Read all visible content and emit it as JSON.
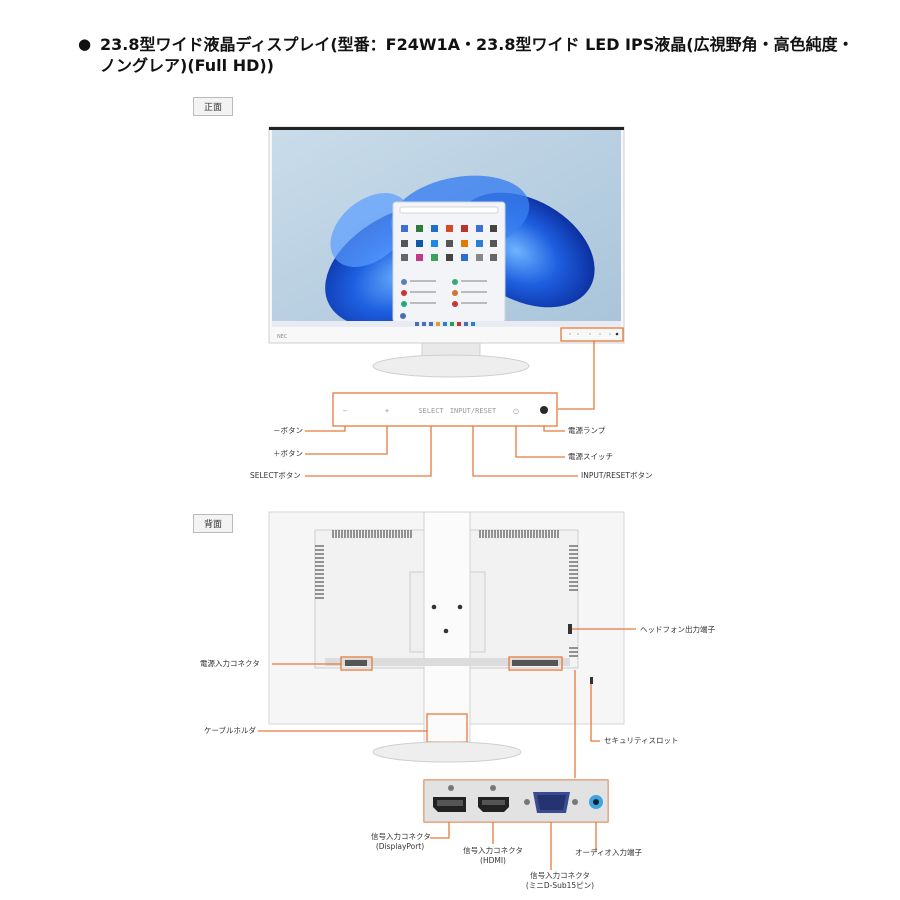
{
  "heading": {
    "bullet": "●",
    "text": "23.8型ワイド液晶ディスプレイ(型番：F24W1A・23.8型ワイド LED IPS液晶(広視野角・高色純度・ノングレア)(Full HD))"
  },
  "front": {
    "tag": "正面",
    "brand": "NEC",
    "panel_buttons": [
      "−",
      "+",
      "SELECT",
      "INPUT/RESET",
      "⏻"
    ],
    "labels": {
      "minus_button": "－ボタン",
      "plus_button": "＋ボタン",
      "select_button": "SELECTボタン",
      "power_lamp": "電源ランプ",
      "power_switch": "電源スイッチ",
      "input_reset_button": "INPUT/RESETボタン"
    }
  },
  "back": {
    "tag": "背面",
    "labels": {
      "power_connector": "電源入力コネクタ",
      "cable_holder": "ケーブルホルダ",
      "headphone": "ヘッドフォン出力端子",
      "security_slot": "セキュリティスロット",
      "displayport_1": "信号入力コネクタ",
      "displayport_2": "(DisplayPort)",
      "hdmi_1": "信号入力コネクタ",
      "hdmi_2": "(HDMI)",
      "dsub_1": "信号入力コネクタ",
      "dsub_2": "(ミニD-Sub15ピン)",
      "audio_in": "オーディオ入力端子"
    }
  },
  "colors": {
    "accent": "#e67a3c"
  }
}
